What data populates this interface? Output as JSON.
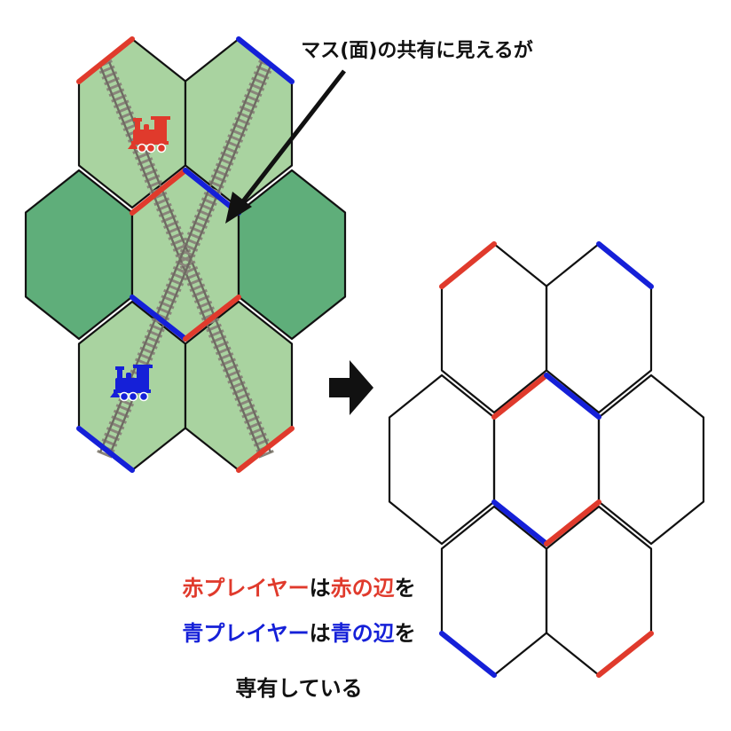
{
  "callout": {
    "text": "マス(面)の共有に見えるが"
  },
  "caption": {
    "line1": [
      {
        "text": "赤プレイヤー",
        "color": "red"
      },
      {
        "text": "は",
        "color": "black"
      },
      {
        "text": "赤の辺",
        "color": "red"
      },
      {
        "text": "を",
        "color": "black"
      }
    ],
    "line2": [
      {
        "text": "青プレイヤー",
        "color": "blue"
      },
      {
        "text": "は",
        "color": "black"
      },
      {
        "text": "青の辺",
        "color": "blue"
      },
      {
        "text": "を",
        "color": "black"
      }
    ],
    "line3": [
      {
        "text": "専有している",
        "color": "black"
      }
    ]
  },
  "colors": {
    "red": "#e03a2c",
    "blue": "#1520d8",
    "black": "#111111",
    "light_tile": "#a9d3a0",
    "dark_tile": "#5fae7a",
    "outline": "#111111",
    "track_rail": "#6f6b63",
    "track_tie": "#8a857b"
  },
  "icons": {
    "left_diagram": [
      "red-locomotive-icon",
      "blue-locomotive-icon",
      "track-icon"
    ],
    "transition": "right-arrow-icon"
  }
}
